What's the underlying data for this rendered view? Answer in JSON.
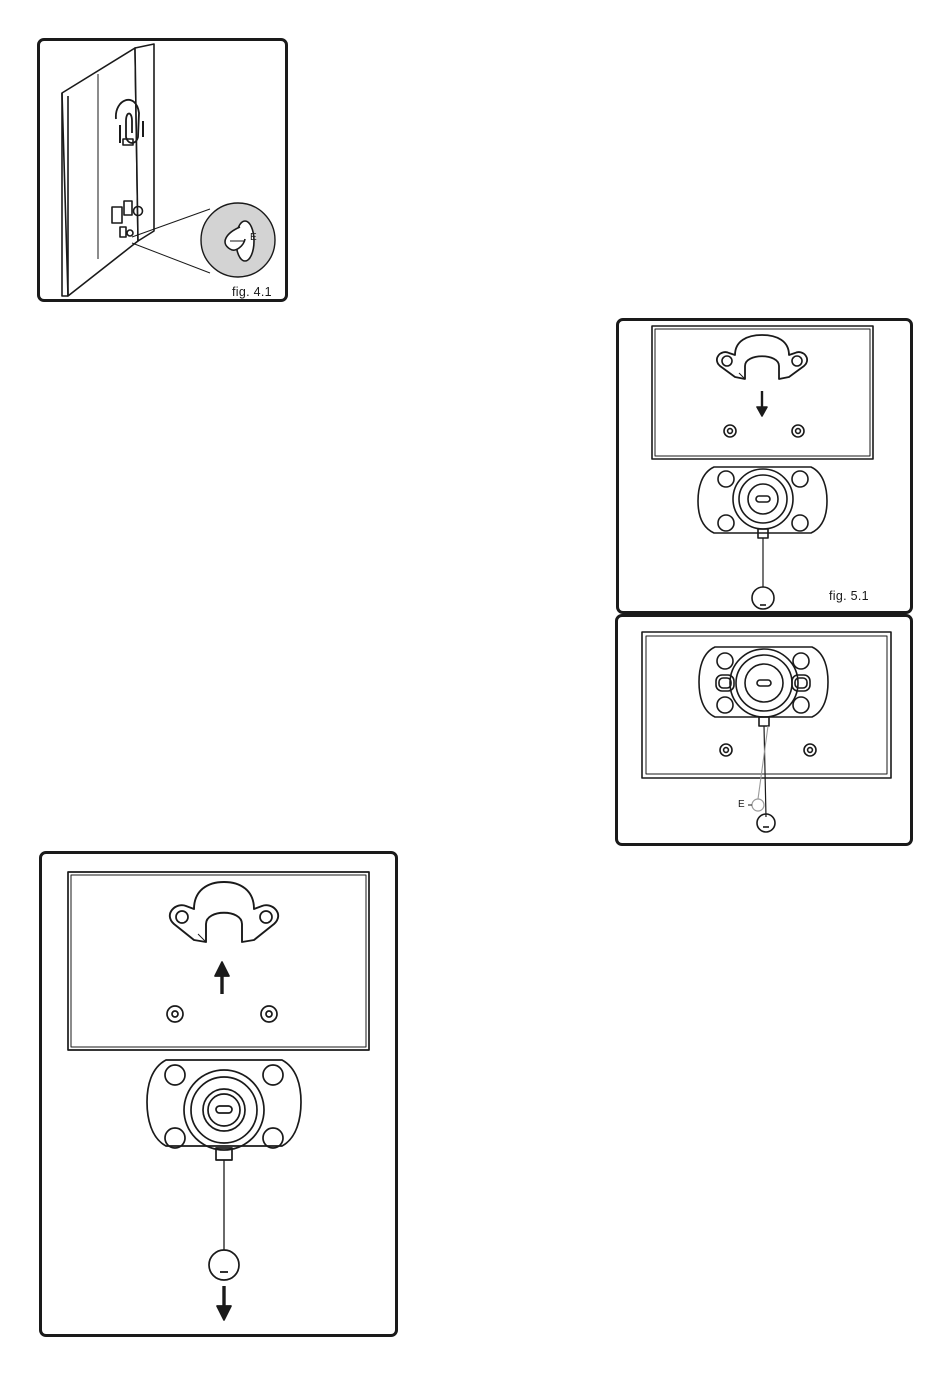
{
  "figures": [
    {
      "id": "fig41",
      "caption": "fig. 4.1",
      "callout": "E"
    },
    {
      "id": "fig51",
      "caption": "fig. 5.1"
    },
    {
      "id": "fig52",
      "callout": "E"
    },
    {
      "id": "fig53"
    }
  ],
  "colors": {
    "line": "#1a1a1a",
    "highlight": "#d3d3d3",
    "faint": "#9a9a9a"
  }
}
